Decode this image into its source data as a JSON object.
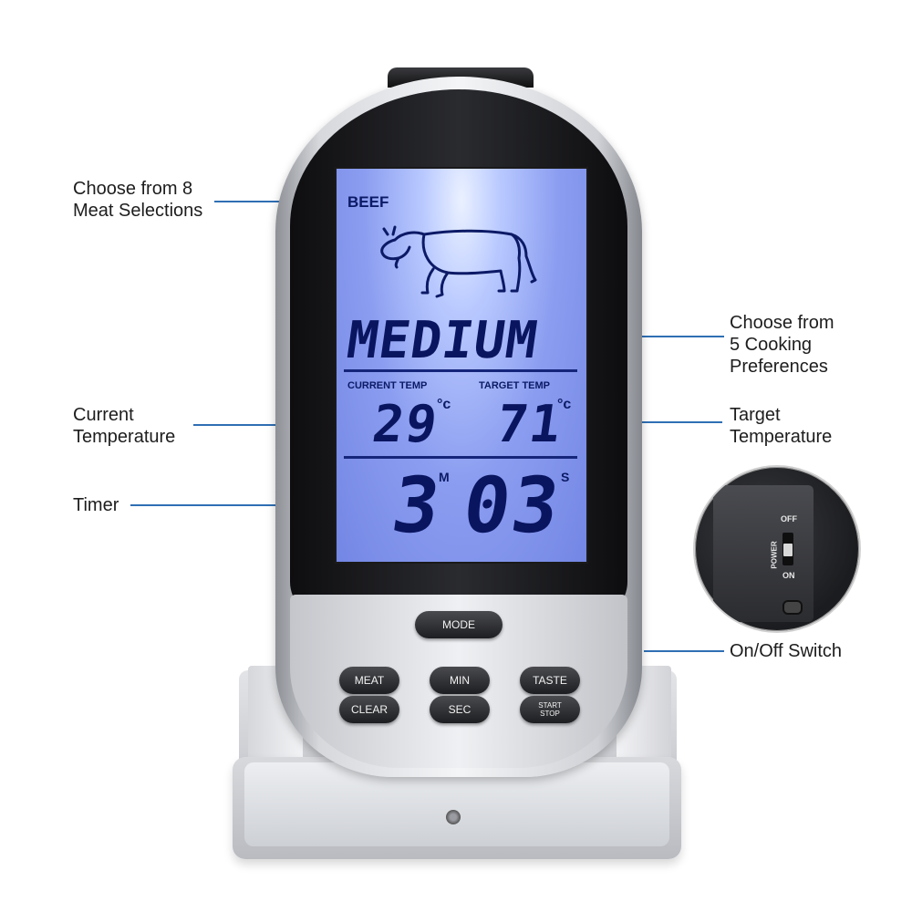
{
  "callouts": {
    "meat": "Choose from 8\nMeat Selections",
    "preferences": "Choose from\n5 Cooking\nPreferences",
    "current": "Current\nTemperature",
    "target": "Target\nTemperature",
    "timer": "Timer",
    "switch": "On/Off Switch"
  },
  "lcd": {
    "meat": "BEEF",
    "preference": "MEDIUM",
    "current_label": "CURRENT TEMP",
    "target_label": "TARGET TEMP",
    "current_value": "29",
    "target_value": "71",
    "unit": "°c",
    "timer_min": "3",
    "timer_sec": "03",
    "min_mark": "M",
    "sec_mark": "S"
  },
  "buttons": {
    "mode": "MODE",
    "meat": "MEAT",
    "clear": "CLEAR",
    "min": "MIN",
    "sec": "SEC",
    "taste": "TASTE",
    "start": "START",
    "stop": "STOP"
  },
  "switch": {
    "off": "OFF",
    "on": "ON",
    "power": "POWER"
  },
  "colors": {
    "callout_line": "#2f6fb4",
    "lcd_backlight": "#8b9df0"
  }
}
